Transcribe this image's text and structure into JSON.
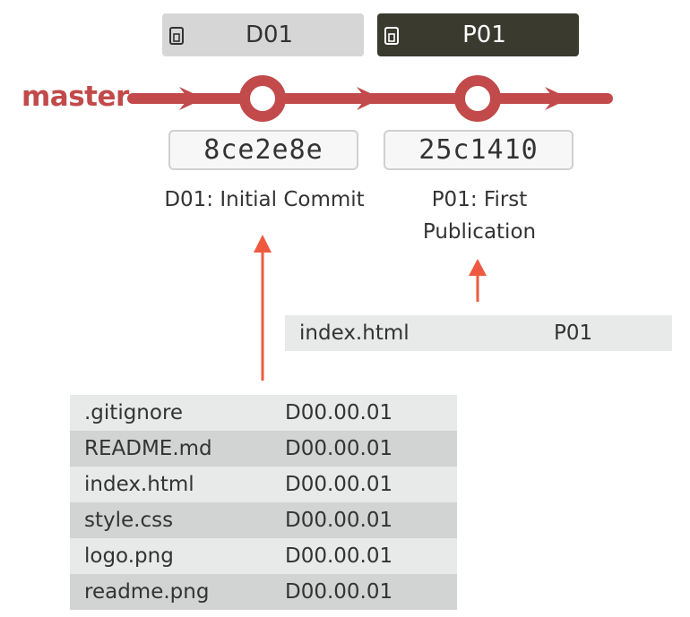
{
  "tags": [
    {
      "label": "D01",
      "style": "light"
    },
    {
      "label": "P01",
      "style": "dark"
    }
  ],
  "branch": {
    "name": "master",
    "color": "#c24a4a"
  },
  "commits": [
    {
      "hash": "8ce2e8e",
      "message": "D01: Initial Commit"
    },
    {
      "hash": "25c1410",
      "message_line1": "P01: First",
      "message_line2": "Publication"
    }
  ],
  "publication_files": [
    {
      "name": "index.html",
      "version": "P01"
    }
  ],
  "development_files": [
    {
      "name": ".gitignore",
      "version": "D00.00.01"
    },
    {
      "name": "README.md",
      "version": "D00.00.01"
    },
    {
      "name": "index.html",
      "version": "D00.00.01"
    },
    {
      "name": "style.css",
      "version": "D00.00.01"
    },
    {
      "name": "logo.png",
      "version": "D00.00.01"
    },
    {
      "name": "readme.png",
      "version": "D00.00.01"
    }
  ],
  "colors": {
    "branch": "#c24a4a",
    "pointer": "#ee5a3f",
    "tag_light": "#d6d6d6",
    "tag_dark": "#3a3a2f"
  }
}
